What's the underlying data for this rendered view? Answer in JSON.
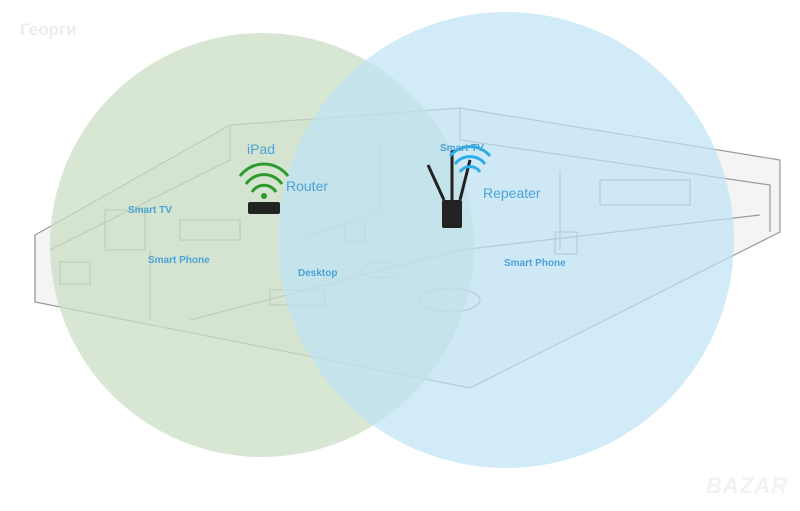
{
  "watermark": "Георги",
  "logo": "BAZAR",
  "labels": {
    "ipad": "iPad",
    "router": "Router",
    "repeater": "Repeater",
    "smart_tv_left": "Smart TV",
    "smart_tv_right": "Smart TV",
    "smart_phone_left": "Smart Phone",
    "smart_phone_right": "Smart Phone",
    "desktop": "Desktop"
  },
  "colors": {
    "router_coverage": "#c9dfc4",
    "repeater_coverage": "#bfe3f7",
    "router_wifi": "#2e9a2e",
    "repeater_wifi": "#2aaee8",
    "label": "#4aa3d8"
  }
}
